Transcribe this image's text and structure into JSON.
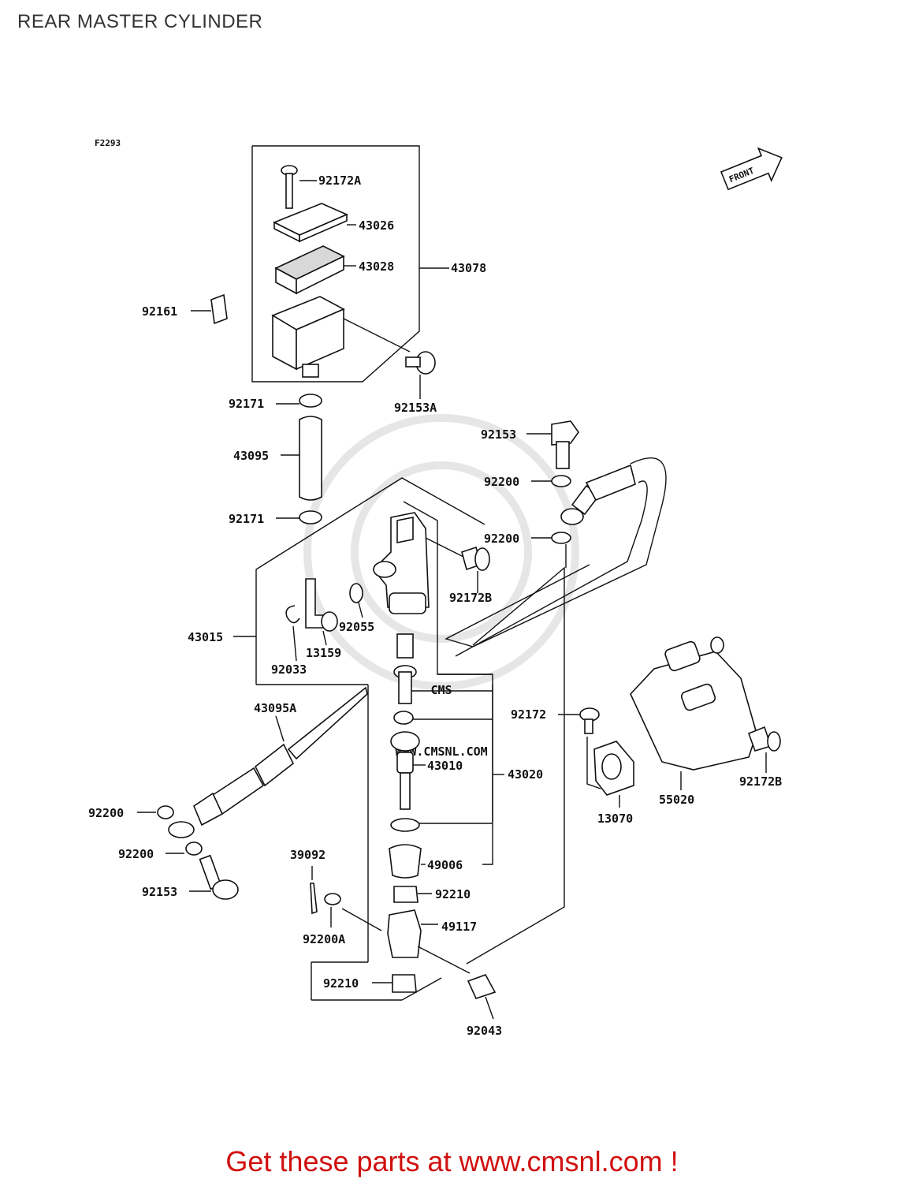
{
  "title": "REAR MASTER CYLINDER",
  "figure_code": "F2293",
  "front_arrow_label": "FRONT",
  "watermark_text": "CMS",
  "watermark_url": "WWW.CMSNL.COM",
  "footer": "Get these parts at www.cmsnl.com !",
  "parts": {
    "p92172A": "92172A",
    "p43026": "43026",
    "p43028": "43028",
    "p43078": "43078",
    "p92161": "92161",
    "p92153A": "92153A",
    "p92171a": "92171",
    "p43095": "43095",
    "p92171b": "92171",
    "p92153a": "92153",
    "p92200a": "92200",
    "p92200b": "92200",
    "p92172B": "92172B",
    "p92055": "92055",
    "p13159": "13159",
    "p43015": "43015",
    "p92033": "92033",
    "p43095A": "43095A",
    "p92172": "92172",
    "p43010": "43010",
    "p43020": "43020",
    "p55020": "55020",
    "p92172B2": "92172B",
    "p13070": "13070",
    "p92200c": "92200",
    "p92200d": "92200",
    "p39092": "39092",
    "p49006": "49006",
    "p92153b": "92153",
    "p92210a": "92210",
    "p49117": "49117",
    "p92200A": "92200A",
    "p92210b": "92210",
    "p92043": "92043"
  }
}
